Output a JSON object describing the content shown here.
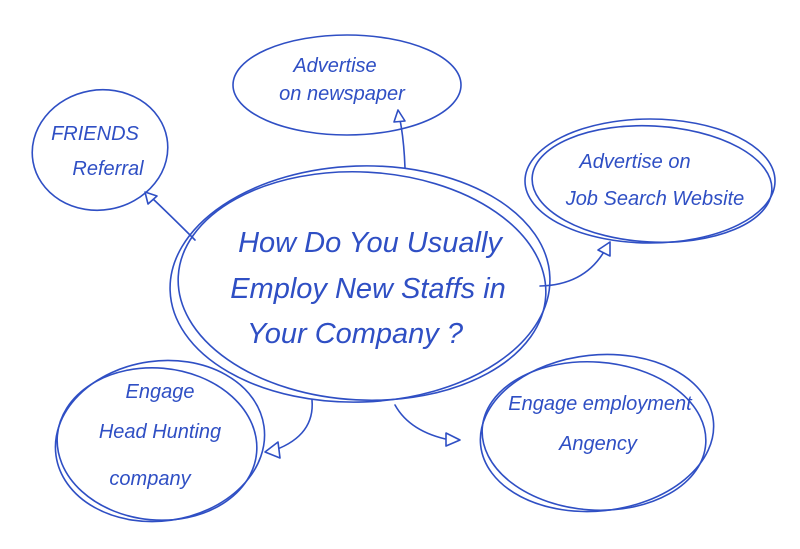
{
  "ink_color": "#2f4fc4",
  "center": {
    "lines": [
      "How Do You Usually",
      "Employ New Staffs in",
      "Your Company ?"
    ]
  },
  "nodes": {
    "newspaper": [
      "Advertise",
      "on newspaper"
    ],
    "friends": [
      "FRIENDS",
      "Referral"
    ],
    "job_website": [
      "Advertise on",
      "Job Search Website"
    ],
    "head_hunting": [
      "Engage",
      "Head Hunting",
      "company"
    ],
    "agency": [
      "Engage employment",
      "Angency"
    ]
  }
}
